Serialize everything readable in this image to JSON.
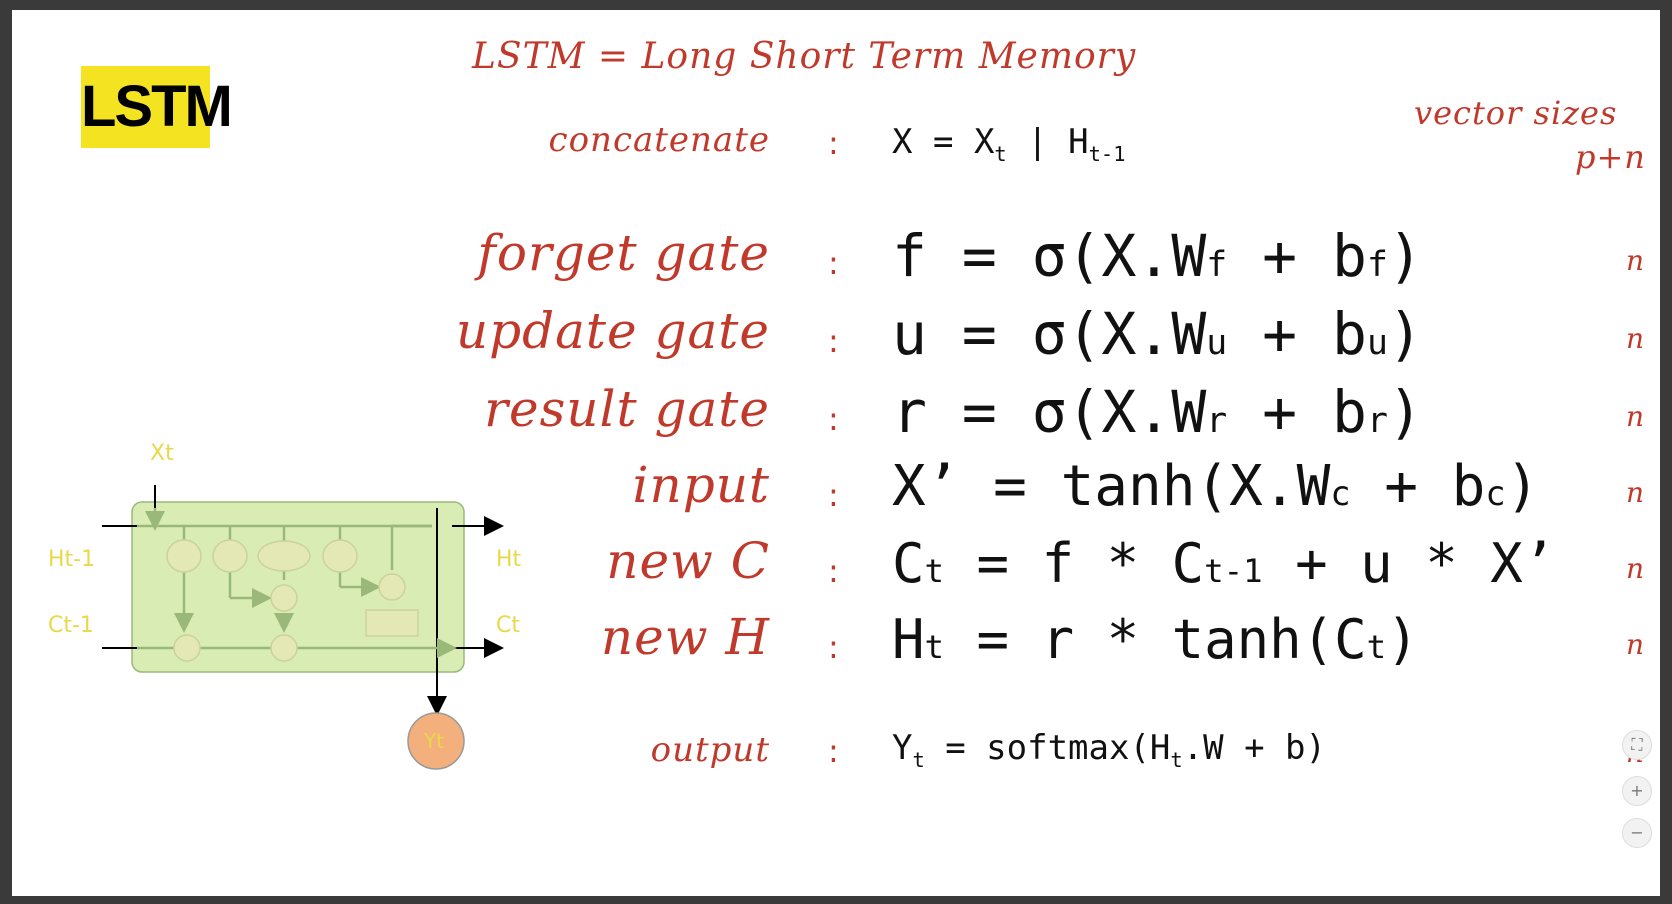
{
  "slide": {
    "title": "LSTM = Long Short Term Memory",
    "badge": "LSTM",
    "vector_sizes": {
      "line1": "vector sizes",
      "line2": "p+n"
    },
    "concatenate": {
      "label": "concatenate",
      "lhs": "X",
      "op": "=",
      "a": "X",
      "a_sub": "t",
      "sep": "|",
      "b": "H",
      "b_sub": "t-1"
    },
    "colon": ":",
    "equations": [
      {
        "label": "forget gate",
        "lhs": "f",
        "eq": "=",
        "pre": "σ(X.W",
        "w_sub": "f",
        "mid": " + b",
        "b_sub": "f",
        "post": ")",
        "size": "n"
      },
      {
        "label": "update gate",
        "lhs": "u",
        "eq": "=",
        "pre": "σ(X.W",
        "w_sub": "u",
        "mid": " + b",
        "b_sub": "u",
        "post": ")",
        "size": "n"
      },
      {
        "label": "result gate",
        "lhs": "r",
        "eq": "=",
        "pre": "σ(X.W",
        "w_sub": "r",
        "mid": " + b",
        "b_sub": "r",
        "post": ")",
        "size": "n"
      },
      {
        "label": "input",
        "lhs": "X’",
        "eq": "=",
        "pre": "tanh(X.W",
        "w_sub": "c",
        "mid": " + b",
        "b_sub": "c",
        "post": ")",
        "size": "n"
      }
    ],
    "new_c": {
      "label": "new C",
      "c": "C",
      "c_sub": "t",
      "expr_a": " = f * C",
      "expr_a_sub": "t-1",
      "expr_b": " + u * X’",
      "size": "n"
    },
    "new_h": {
      "label": "new H",
      "h": "H",
      "h_sub": "t",
      "expr_a": " = r * tanh(C",
      "expr_a_sub": "t",
      "expr_b": ")",
      "size": "n"
    },
    "output": {
      "label": "output",
      "y": "Y",
      "y_sub": "t",
      "expr_a": " = softmax(H",
      "expr_a_sub": "t",
      "expr_b": ".W + b)",
      "size": "n"
    },
    "diagram": {
      "xt": "Xt",
      "ht_prev": "Ht-1",
      "ct_prev": "Ct-1",
      "ht": "Ht",
      "ct": "Ct",
      "yt": "Yt"
    }
  },
  "controls": {
    "fit": "⛶",
    "zoom_in": "+",
    "zoom_out": "−"
  },
  "colors": {
    "accent_red": "#c0392b",
    "badge_yellow": "#f4e320",
    "cell_green": "#d8ecb4",
    "yt_orange": "#f4b07c"
  }
}
